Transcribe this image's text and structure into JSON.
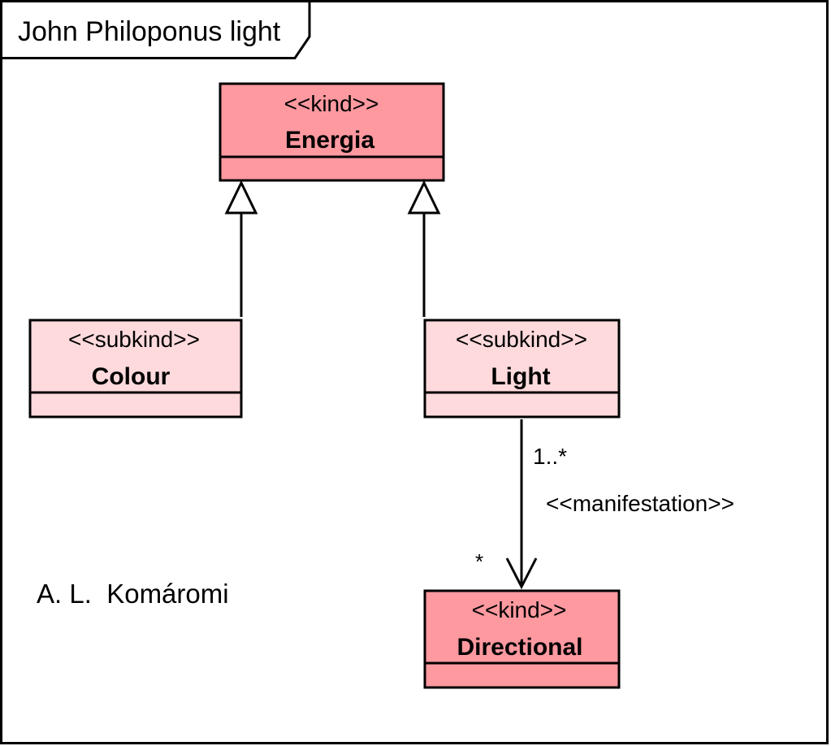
{
  "frame": {
    "title": "John Philoponus light"
  },
  "colors": {
    "kind_fill": "#ff99a0",
    "subkind_fill": "#ffdadd",
    "stroke": "#000000",
    "background": "#ffffff"
  },
  "classes": [
    {
      "id": "energia",
      "stereotype": "<<kind>>",
      "name": "Energia"
    },
    {
      "id": "colour",
      "stereotype": "<<subkind>>",
      "name": "Colour"
    },
    {
      "id": "light",
      "stereotype": "<<subkind>>",
      "name": "Light"
    },
    {
      "id": "directional",
      "stereotype": "<<kind>>",
      "name": "Directional"
    }
  ],
  "relations": {
    "generalizations": [
      {
        "from": "Colour",
        "to": "Energia"
      },
      {
        "from": "Light",
        "to": "Energia"
      }
    ],
    "association": {
      "from": "Light",
      "to": "Directional",
      "stereotype": "<<manifestation>>",
      "source_multiplicity": "1..*",
      "target_multiplicity": "*"
    }
  },
  "author": "A. L.  Komáromi"
}
